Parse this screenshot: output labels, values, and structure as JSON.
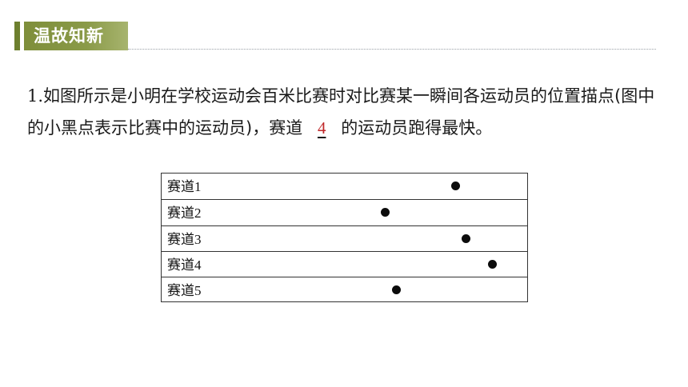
{
  "header": {
    "title": "温故知新"
  },
  "question": {
    "number": "1.",
    "text_before": "如图所示是小明在学校运动会百米比赛时对比赛某一瞬间各运动员的位置描点(图中的小黑点表示比赛中的运动员)，赛道",
    "answer": "4",
    "text_after": "的运动员跑得最快。"
  },
  "lanes": [
    {
      "label": "赛道1",
      "progress": 0.8
    },
    {
      "label": "赛道2",
      "progress": 0.61
    },
    {
      "label": "赛道3",
      "progress": 0.83
    },
    {
      "label": "赛道4",
      "progress": 0.9
    },
    {
      "label": "赛道5",
      "progress": 0.64
    }
  ]
}
